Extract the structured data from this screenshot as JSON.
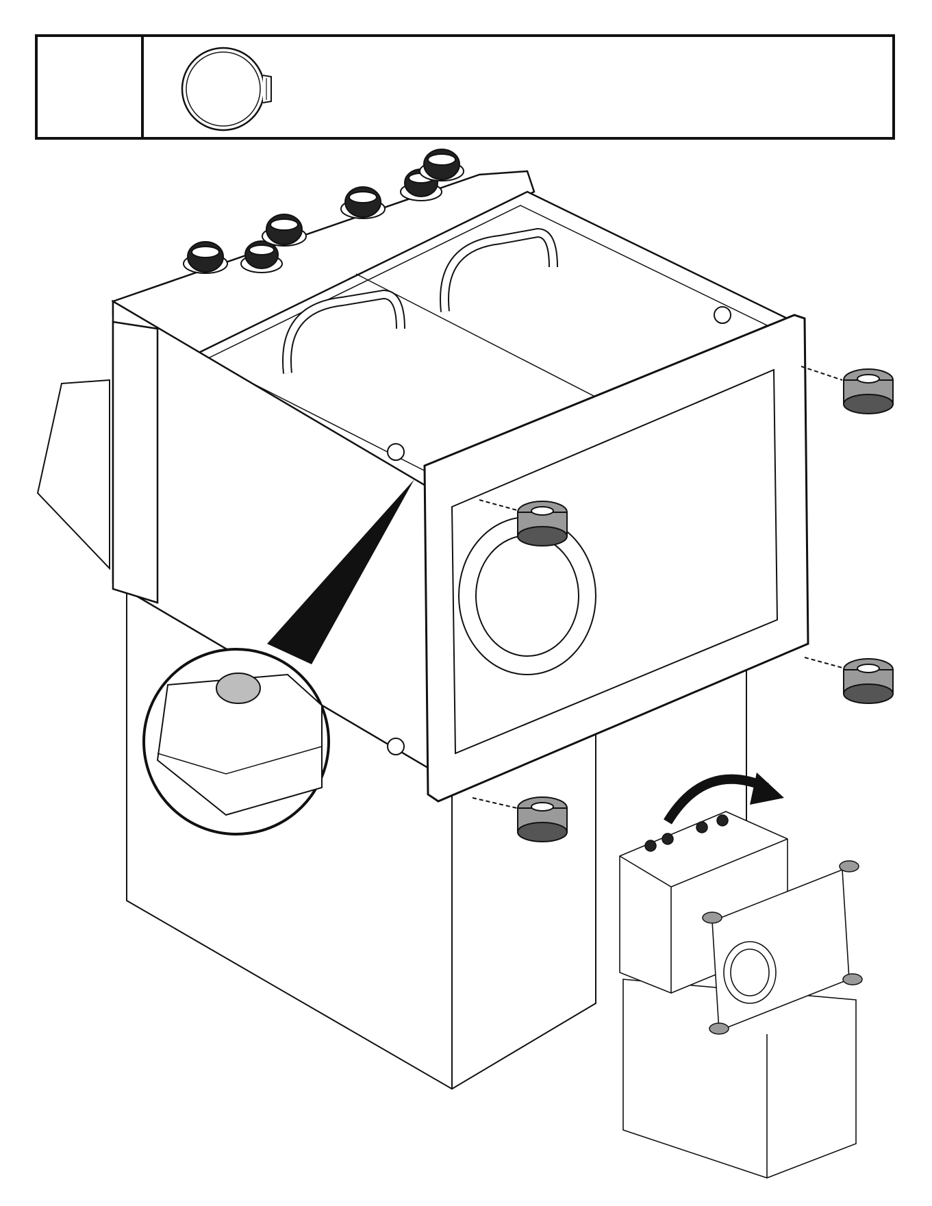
{
  "header": {
    "step_number": "",
    "part_icon": "cap-disc-icon"
  },
  "illustration": {
    "main": "cabinet-base-frame-with-caster-wheels-illustration",
    "detail_callout": "corner-cap-magnified-detail",
    "inset": "flip-over-assembly-inset",
    "arrow_icon": "curved-rotate-arrow-icon"
  },
  "colors": {
    "line": "#111111",
    "cap_fill": "#bdbdbd",
    "caster_fill": "#9a9a9a",
    "paper": "#ffffff"
  }
}
